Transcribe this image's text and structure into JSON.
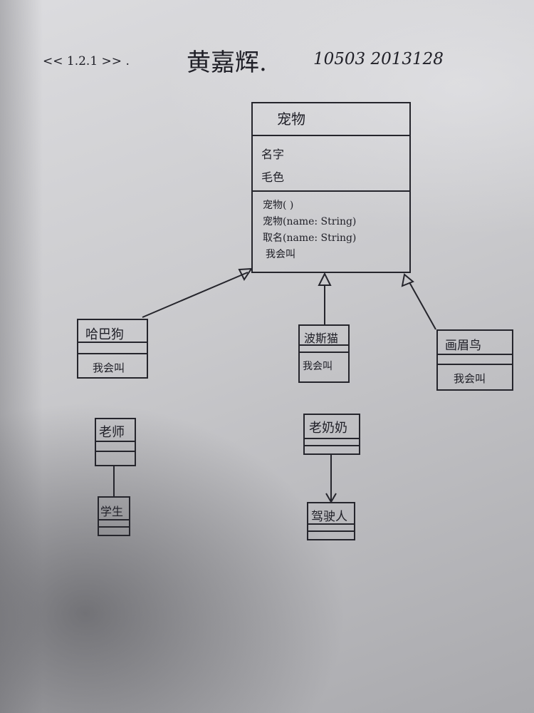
{
  "header": {
    "stereotype": "<< 1.2.1 >> .",
    "author": "黄嘉辉.",
    "student_id": "10503 2013128"
  },
  "classes": {
    "pet": {
      "name": "宠物",
      "attributes": [
        "名字",
        "毛色"
      ],
      "operations": [
        "宠物( )",
        "宠物(name: String)",
        "取名(name: String)",
        "我会叫"
      ]
    },
    "husky": {
      "name": "哈巴狗",
      "operations": [
        "我会叫"
      ]
    },
    "persian_cat": {
      "name": "波斯猫",
      "operations": [
        "我会叫"
      ]
    },
    "parrot": {
      "name": "画眉鸟",
      "operations": [
        "我会叫"
      ]
    },
    "teacher": {
      "name": "老师"
    },
    "student": {
      "name": "学生"
    },
    "old_lady": {
      "name": "老奶奶"
    },
    "driver": {
      "name": "驾驶人"
    }
  },
  "colors": {
    "ink": "#25252c",
    "paper": "#d4d4d7"
  }
}
